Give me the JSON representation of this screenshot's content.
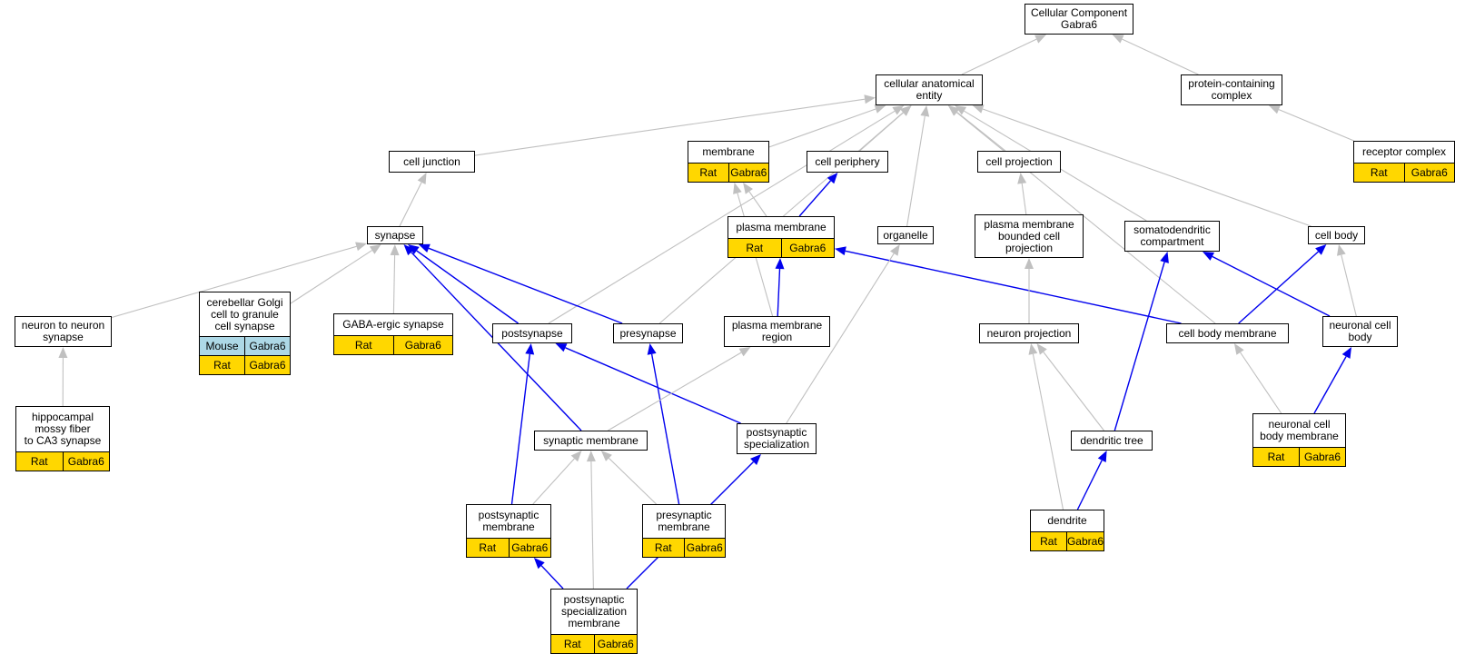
{
  "colors": {
    "is_a": "#c0c0c0",
    "part_of": "#0000ee",
    "rat": "#ffd700",
    "mouse": "#add8e6"
  },
  "nodes": [
    {
      "id": "root",
      "label": "Cellular Component\nGabra6",
      "annotations": []
    },
    {
      "id": "cae",
      "label": "cellular anatomical\nentity",
      "annotations": []
    },
    {
      "id": "pcc",
      "label": "protein-containing\ncomplex",
      "annotations": []
    },
    {
      "id": "membrane",
      "label": "membrane",
      "annotations": [
        [
          "Rat",
          "Gabra6"
        ]
      ]
    },
    {
      "id": "cellper",
      "label": "cell periphery",
      "annotations": []
    },
    {
      "id": "cellproj",
      "label": "cell projection",
      "annotations": []
    },
    {
      "id": "celljunc",
      "label": "cell junction",
      "annotations": []
    },
    {
      "id": "receptor",
      "label": "receptor complex",
      "annotations": [
        [
          "Rat",
          "Gabra6"
        ]
      ]
    },
    {
      "id": "synapse",
      "label": "synapse",
      "annotations": []
    },
    {
      "id": "pm",
      "label": "plasma membrane",
      "annotations": [
        [
          "Rat",
          "Gabra6"
        ]
      ]
    },
    {
      "id": "organelle",
      "label": "organelle",
      "annotations": []
    },
    {
      "id": "pmbcp",
      "label": "plasma membrane\nbounded cell\nprojection",
      "annotations": []
    },
    {
      "id": "somato",
      "label": "somatodendritic\ncompartment",
      "annotations": []
    },
    {
      "id": "cellbody",
      "label": "cell body",
      "annotations": []
    },
    {
      "id": "n2n",
      "label": "neuron to neuron\nsynapse",
      "annotations": []
    },
    {
      "id": "golgi",
      "label": "cerebellar Golgi\ncell to granule\ncell synapse",
      "annotations": [
        [
          "Mouse",
          "Gabra6"
        ],
        [
          "Rat",
          "Gabra6"
        ]
      ]
    },
    {
      "id": "gaba",
      "label": "GABA-ergic synapse",
      "annotations": [
        [
          "Rat",
          "Gabra6"
        ]
      ]
    },
    {
      "id": "postsyn",
      "label": "postsynapse",
      "annotations": []
    },
    {
      "id": "presyn",
      "label": "presynapse",
      "annotations": []
    },
    {
      "id": "pmr",
      "label": "plasma membrane\nregion",
      "annotations": []
    },
    {
      "id": "neuproj",
      "label": "neuron projection",
      "annotations": []
    },
    {
      "id": "cbm",
      "label": "cell body membrane",
      "annotations": []
    },
    {
      "id": "ncb",
      "label": "neuronal cell\nbody",
      "annotations": []
    },
    {
      "id": "hippo",
      "label": "hippocampal\nmossy fiber\nto CA3 synapse",
      "annotations": [
        [
          "Rat",
          "Gabra6"
        ]
      ]
    },
    {
      "id": "synmem",
      "label": "synaptic membrane",
      "annotations": []
    },
    {
      "id": "pss",
      "label": "postsynaptic\nspecialization",
      "annotations": []
    },
    {
      "id": "dendtree",
      "label": "dendritic tree",
      "annotations": []
    },
    {
      "id": "ncbm",
      "label": "neuronal cell\nbody membrane",
      "annotations": [
        [
          "Rat",
          "Gabra6"
        ]
      ]
    },
    {
      "id": "postmem",
      "label": "postsynaptic\nmembrane",
      "annotations": [
        [
          "Rat",
          "Gabra6"
        ]
      ]
    },
    {
      "id": "premem",
      "label": "presynaptic\nmembrane",
      "annotations": [
        [
          "Rat",
          "Gabra6"
        ]
      ]
    },
    {
      "id": "dendrite",
      "label": "dendrite",
      "annotations": [
        [
          "Rat",
          "Gabra6"
        ]
      ]
    },
    {
      "id": "pssm",
      "label": "postsynaptic\nspecialization\nmembrane",
      "annotations": [
        [
          "Rat",
          "Gabra6"
        ]
      ]
    }
  ],
  "edges": [
    {
      "from": "cae",
      "to": "root",
      "type": "is_a"
    },
    {
      "from": "pcc",
      "to": "root",
      "type": "is_a"
    },
    {
      "from": "celljunc",
      "to": "cae",
      "type": "is_a"
    },
    {
      "from": "membrane",
      "to": "cae",
      "type": "is_a"
    },
    {
      "from": "cellper",
      "to": "cae",
      "type": "is_a"
    },
    {
      "from": "cellproj",
      "to": "cae",
      "type": "is_a"
    },
    {
      "from": "organelle",
      "to": "cae",
      "type": "is_a"
    },
    {
      "from": "somato",
      "to": "cae",
      "type": "is_a"
    },
    {
      "from": "cellbody",
      "to": "cae",
      "type": "is_a"
    },
    {
      "from": "postsyn",
      "to": "cae",
      "type": "is_a"
    },
    {
      "from": "presyn",
      "to": "cae",
      "type": "is_a"
    },
    {
      "from": "cbm",
      "to": "cae",
      "type": "is_a"
    },
    {
      "from": "receptor",
      "to": "pcc",
      "type": "is_a"
    },
    {
      "from": "synapse",
      "to": "celljunc",
      "type": "is_a"
    },
    {
      "from": "pm",
      "to": "membrane",
      "type": "is_a"
    },
    {
      "from": "pmr",
      "to": "membrane",
      "type": "is_a"
    },
    {
      "from": "pm",
      "to": "cellper",
      "type": "part_of"
    },
    {
      "from": "pmbcp",
      "to": "cellproj",
      "type": "is_a"
    },
    {
      "from": "n2n",
      "to": "synapse",
      "type": "is_a"
    },
    {
      "from": "golgi",
      "to": "synapse",
      "type": "is_a"
    },
    {
      "from": "gaba",
      "to": "synapse",
      "type": "is_a"
    },
    {
      "from": "postsyn",
      "to": "synapse",
      "type": "part_of"
    },
    {
      "from": "presyn",
      "to": "synapse",
      "type": "part_of"
    },
    {
      "from": "synmem",
      "to": "synapse",
      "type": "part_of"
    },
    {
      "from": "pmr",
      "to": "pm",
      "type": "part_of"
    },
    {
      "from": "cbm",
      "to": "pm",
      "type": "part_of"
    },
    {
      "from": "pss",
      "to": "organelle",
      "type": "is_a"
    },
    {
      "from": "neuproj",
      "to": "pmbcp",
      "type": "is_a"
    },
    {
      "from": "dendtree",
      "to": "somato",
      "type": "part_of"
    },
    {
      "from": "ncb",
      "to": "somato",
      "type": "part_of"
    },
    {
      "from": "cbm",
      "to": "cellbody",
      "type": "part_of"
    },
    {
      "from": "ncb",
      "to": "cellbody",
      "type": "is_a"
    },
    {
      "from": "hippo",
      "to": "n2n",
      "type": "is_a"
    },
    {
      "from": "postmem",
      "to": "postsyn",
      "type": "part_of"
    },
    {
      "from": "pss",
      "to": "postsyn",
      "type": "part_of"
    },
    {
      "from": "premem",
      "to": "presyn",
      "type": "part_of"
    },
    {
      "from": "synmem",
      "to": "pmr",
      "type": "is_a"
    },
    {
      "from": "dendtree",
      "to": "neuproj",
      "type": "is_a"
    },
    {
      "from": "dendrite",
      "to": "neuproj",
      "type": "is_a"
    },
    {
      "from": "ncbm",
      "to": "cbm",
      "type": "is_a"
    },
    {
      "from": "ncbm",
      "to": "ncb",
      "type": "part_of"
    },
    {
      "from": "postmem",
      "to": "synmem",
      "type": "is_a"
    },
    {
      "from": "premem",
      "to": "synmem",
      "type": "is_a"
    },
    {
      "from": "pssm",
      "to": "synmem",
      "type": "is_a"
    },
    {
      "from": "pssm",
      "to": "postmem",
      "type": "part_of"
    },
    {
      "from": "pssm",
      "to": "pss",
      "type": "part_of"
    },
    {
      "from": "dendrite",
      "to": "dendtree",
      "type": "part_of"
    }
  ]
}
